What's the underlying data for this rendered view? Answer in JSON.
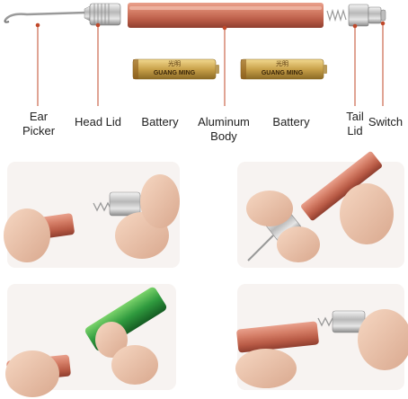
{
  "diagram": {
    "labels": {
      "ear_picker": [
        "Ear",
        "Picker"
      ],
      "head_lid": "Head Lid",
      "battery_left": "Battery",
      "aluminum_body": [
        "Aluminum",
        "Body"
      ],
      "battery_right": "Battery",
      "tail_lid": [
        "Tail",
        "Lid"
      ],
      "switch": "Switch"
    },
    "battery_brand": {
      "cn": "光明",
      "en": "GUANG MING"
    },
    "colors": {
      "body_copper": "#c9705a",
      "body_highlight": "#e9a08c",
      "battery_gold": "#c9a24a",
      "battery_band": "#8c5a1a",
      "leader_line": "#c0482a",
      "green_battery": "#2f9a3e",
      "skin": "#f0c9b0"
    },
    "photos": [
      {
        "name": "unscrew-tail-lid-photo"
      },
      {
        "name": "unscrew-head-lid-photo"
      },
      {
        "name": "insert-battery-photo"
      },
      {
        "name": "screw-tail-lid-photo"
      }
    ]
  }
}
